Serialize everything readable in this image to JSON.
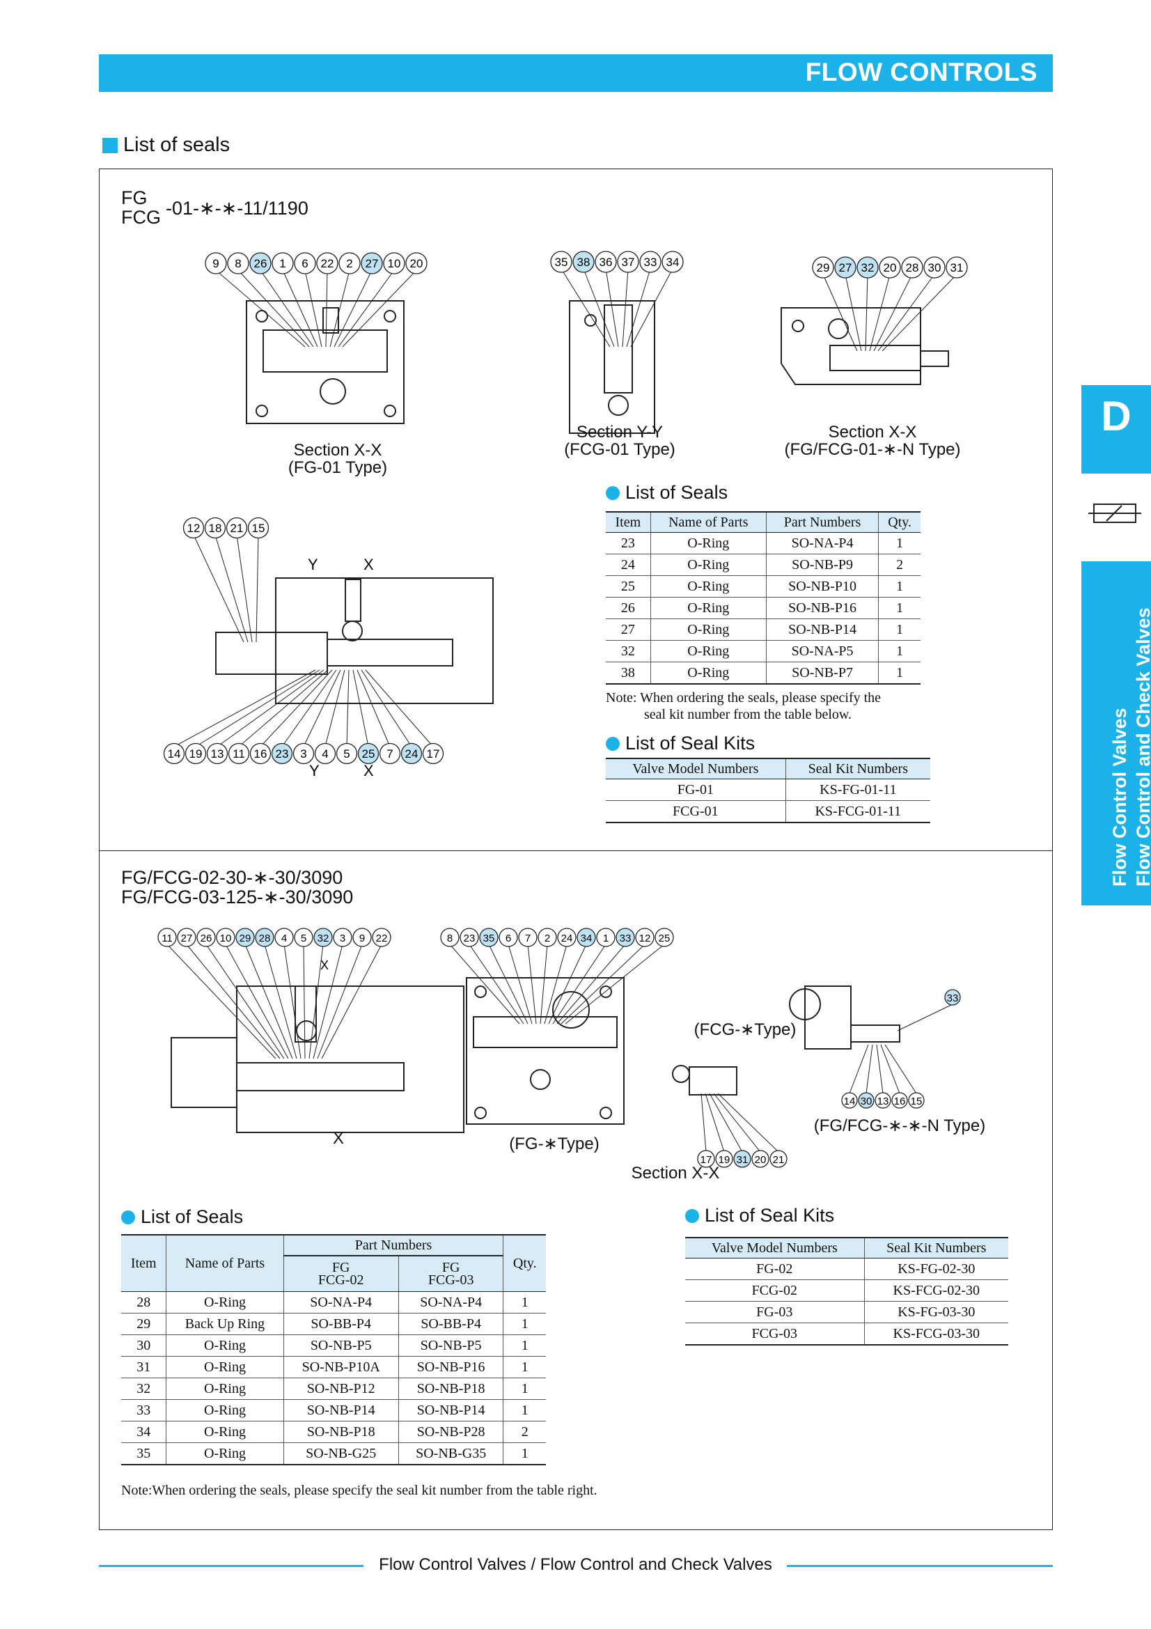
{
  "header": {
    "title": "FLOW CONTROLS"
  },
  "section_heading": "List of seals",
  "part1": {
    "model_line1": "FG",
    "model_suffix": "-01-∗-∗-11/1190",
    "model_line2": "FCG",
    "captions": {
      "fg01_section": "Section X-X",
      "fg01_type": "(FG-01 Type)",
      "yy_section": "Section Y-Y",
      "yy_type": "(FCG-01 Type)",
      "xx_section": "Section X-X",
      "xx_type": "(FG/FCG-01-∗-N Type)"
    },
    "callouts_top_left": [
      "9",
      "8",
      "26",
      "1",
      "6",
      "22",
      "2",
      "27",
      "10",
      "20"
    ],
    "callouts_top_mid": [
      "35",
      "38",
      "36",
      "37",
      "33",
      "34"
    ],
    "callouts_top_right": [
      "29",
      "27",
      "32",
      "20",
      "28",
      "30",
      "31"
    ],
    "callouts_mid_top": [
      "12",
      "18",
      "21",
      "15"
    ],
    "callouts_mid_bottom": [
      "14",
      "19",
      "13",
      "11",
      "16",
      "23",
      "3",
      "4",
      "5",
      "25",
      "7",
      "24",
      "17"
    ],
    "highlighted": [
      "26",
      "27",
      "38",
      "32",
      "23",
      "25",
      "24"
    ],
    "arrows": {
      "y_top": "Y",
      "x_top": "X",
      "y_bot": "Y",
      "x_bot": "X"
    },
    "seals_heading": "List of Seals",
    "seals_headers": [
      "Item",
      "Name of Parts",
      "Part Numbers",
      "Qty."
    ],
    "seals_rows": [
      [
        "23",
        "O-Ring",
        "SO-NA-P4",
        "1"
      ],
      [
        "24",
        "O-Ring",
        "SO-NB-P9",
        "2"
      ],
      [
        "25",
        "O-Ring",
        "SO-NB-P10",
        "1"
      ],
      [
        "26",
        "O-Ring",
        "SO-NB-P16",
        "1"
      ],
      [
        "27",
        "O-Ring",
        "SO-NB-P14",
        "1"
      ],
      [
        "32",
        "O-Ring",
        "SO-NA-P5",
        "1"
      ],
      [
        "38",
        "O-Ring",
        "SO-NB-P7",
        "1"
      ]
    ],
    "note_line1": "Note: When ordering the seals, please specify the",
    "note_line2": "seal kit number from the table below.",
    "kits_heading": "List of Seal Kits",
    "kits_headers": [
      "Valve Model Numbers",
      "Seal Kit Numbers"
    ],
    "kits_rows": [
      [
        "FG-01",
        "KS-FG-01-11"
      ],
      [
        "FCG-01",
        "KS-FCG-01-11"
      ]
    ]
  },
  "part2": {
    "model_line1": "FG/FCG-02-30-∗-30/3090",
    "model_line2": "FG/FCG-03-125-∗-30/3090",
    "callouts_left": [
      "11",
      "27",
      "26",
      "10",
      "29",
      "28",
      "4",
      "5",
      "32",
      "3",
      "9",
      "22"
    ],
    "callouts_mid": [
      "8",
      "23",
      "35",
      "6",
      "7",
      "2",
      "24",
      "34",
      "1",
      "33",
      "12",
      "25"
    ],
    "callouts_fcg": [
      "17",
      "19",
      "31",
      "20",
      "21"
    ],
    "callouts_right_top": [
      "33"
    ],
    "callouts_right_bottom": [
      "14",
      "30",
      "13",
      "16",
      "15"
    ],
    "highlighted": [
      "29",
      "28",
      "32",
      "35",
      "34",
      "33",
      "31",
      "30"
    ],
    "captions": {
      "fg_type": "(FG-∗Type)",
      "fcg_type": "(FCG-∗Type)",
      "n_type": "(FG/FCG-∗-∗-N Type)",
      "section": "Section X-X",
      "x_top": "X",
      "x_bot": "X"
    },
    "seals_heading": "List of Seals",
    "seals_headers": {
      "item": "Item",
      "name": "Name of Parts",
      "part_numbers": "Part Numbers",
      "fg": "FG",
      "fcg": "FCG",
      "s02": "-02",
      "s03": "-03",
      "qty": "Qty."
    },
    "seals_rows": [
      [
        "28",
        "O-Ring",
        "SO-NA-P4",
        "SO-NA-P4",
        "1"
      ],
      [
        "29",
        "Back Up Ring",
        "SO-BB-P4",
        "SO-BB-P4",
        "1"
      ],
      [
        "30",
        "O-Ring",
        "SO-NB-P5",
        "SO-NB-P5",
        "1"
      ],
      [
        "31",
        "O-Ring",
        "SO-NB-P10A",
        "SO-NB-P16",
        "1"
      ],
      [
        "32",
        "O-Ring",
        "SO-NB-P12",
        "SO-NB-P18",
        "1"
      ],
      [
        "33",
        "O-Ring",
        "SO-NB-P14",
        "SO-NB-P14",
        "1"
      ],
      [
        "34",
        "O-Ring",
        "SO-NB-P18",
        "SO-NB-P28",
        "2"
      ],
      [
        "35",
        "O-Ring",
        "SO-NB-G25",
        "SO-NB-G35",
        "1"
      ]
    ],
    "note": "Note:When ordering the seals, please specify the seal kit number from the table right.",
    "kits_heading": "List of Seal Kits",
    "kits_headers": [
      "Valve Model Numbers",
      "Seal Kit Numbers"
    ],
    "kits_rows": [
      [
        "FG-02",
        "KS-FG-02-30"
      ],
      [
        "FCG-02",
        "KS-FCG-02-30"
      ],
      [
        "FG-03",
        "KS-FG-03-30"
      ],
      [
        "FCG-03",
        "KS-FCG-03-30"
      ]
    ]
  },
  "side_tab": {
    "letter": "D",
    "line1": "Flow Control Valves",
    "line2": "Flow Control and Check Valves"
  },
  "footer": {
    "text": "Flow Control Valves / Flow Control and Check Valves"
  },
  "colors": {
    "accent": "#1ab2e8",
    "highlight": "#bfe3f4",
    "table_header": "#d7ecf7"
  }
}
